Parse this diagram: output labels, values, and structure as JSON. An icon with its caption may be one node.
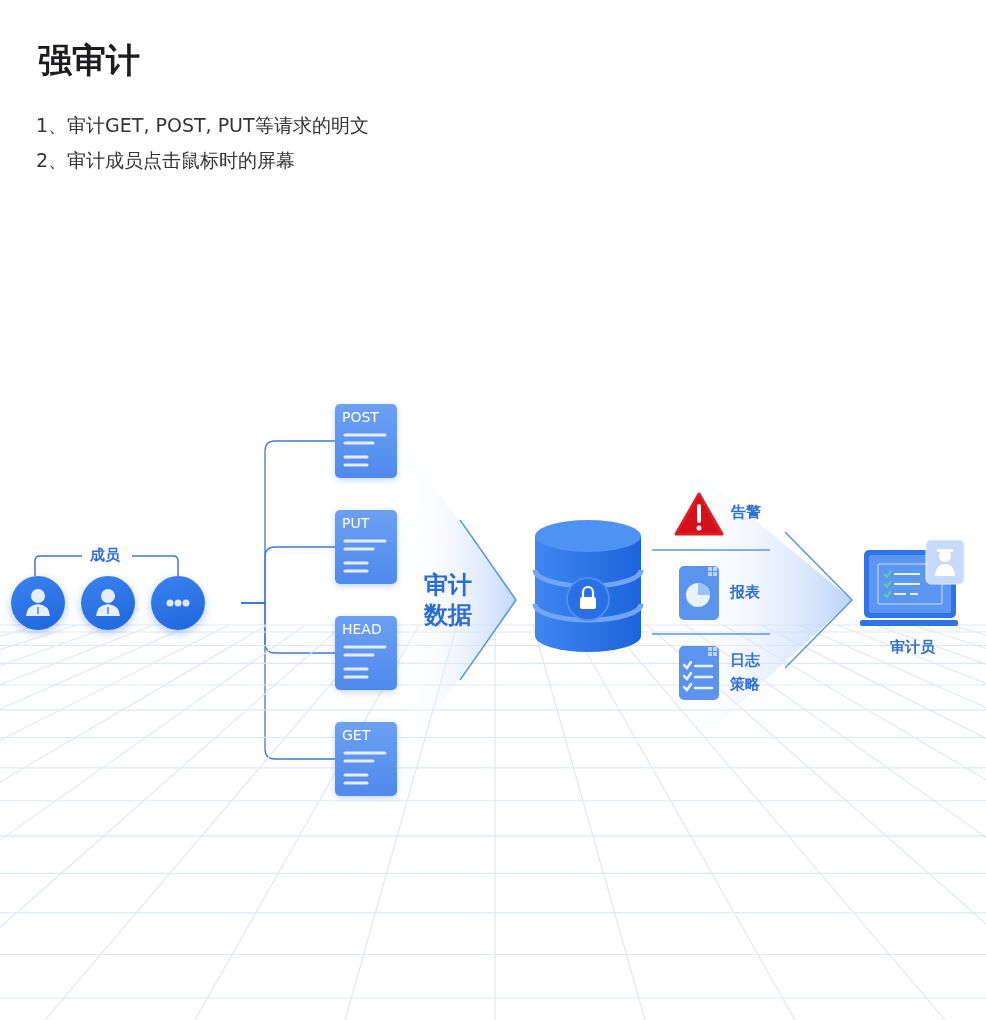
{
  "diagram": {
    "title": "强审计",
    "nodes": [
      {
        "text": [],
        "shape": "circle"
      },
      {
        "text": [],
        "shape": "circle"
      },
      {
        "text": [],
        "shape": "circle"
      },
      {
        "text": [
          "POST"
        ]
      },
      {
        "text": [
          "PUT"
        ]
      },
      {
        "text": [
          "HEAD"
        ]
      },
      {
        "text": [
          "GET"
        ]
      },
      {
        "text": [
          "审计数据"
        ]
      },
      {
        "text": [],
        "shape": "cylinder"
      },
      {
        "text": [],
        "shape": "chevron"
      },
      {
        "text": [
          "告警"
        ],
        "in": 9
      },
      {
        "text": [
          "报表"
        ],
        "in": 9
      },
      {
        "text": [
          "日志策略"
        ],
        "in": 9
      },
      {
        "text": [
          "审计员"
        ]
      }
    ],
    "edges": [
      {
        "from": 2,
        "to": 3,
        "arrow": "none"
      },
      {
        "from": 2,
        "to": 4,
        "arrow": "none"
      },
      {
        "from": 2,
        "to": 5,
        "arrow": "none"
      },
      {
        "from": 2,
        "to": 6,
        "arrow": "none"
      }
    ],
    "labels": [
      "1、审计GET, POST, PUT等请求的明文",
      "2、审计成员点击鼠标时的屏幕",
      "成员"
    ]
  }
}
